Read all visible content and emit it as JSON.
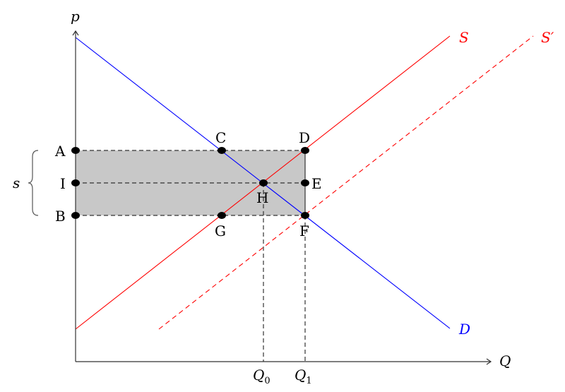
{
  "axes": {
    "y_label": "p",
    "x_label": "Q"
  },
  "curves": {
    "demand": {
      "label": "D",
      "color": "#0000ff"
    },
    "supply": {
      "label": "S",
      "color": "#ff0000"
    },
    "supply_shifted": {
      "label": "S′",
      "color": "#ff0000"
    }
  },
  "points": {
    "A": "A",
    "I": "I",
    "B": "B",
    "C": "C",
    "D": "D",
    "E": "E",
    "H": "H",
    "G": "G",
    "F": "F"
  },
  "quantities": {
    "q0": "Q",
    "q0_sub": "0",
    "q1": "Q",
    "q1_sub": "1"
  },
  "subsidy_label": "s",
  "colors": {
    "shade": "#c8c8c8"
  }
}
